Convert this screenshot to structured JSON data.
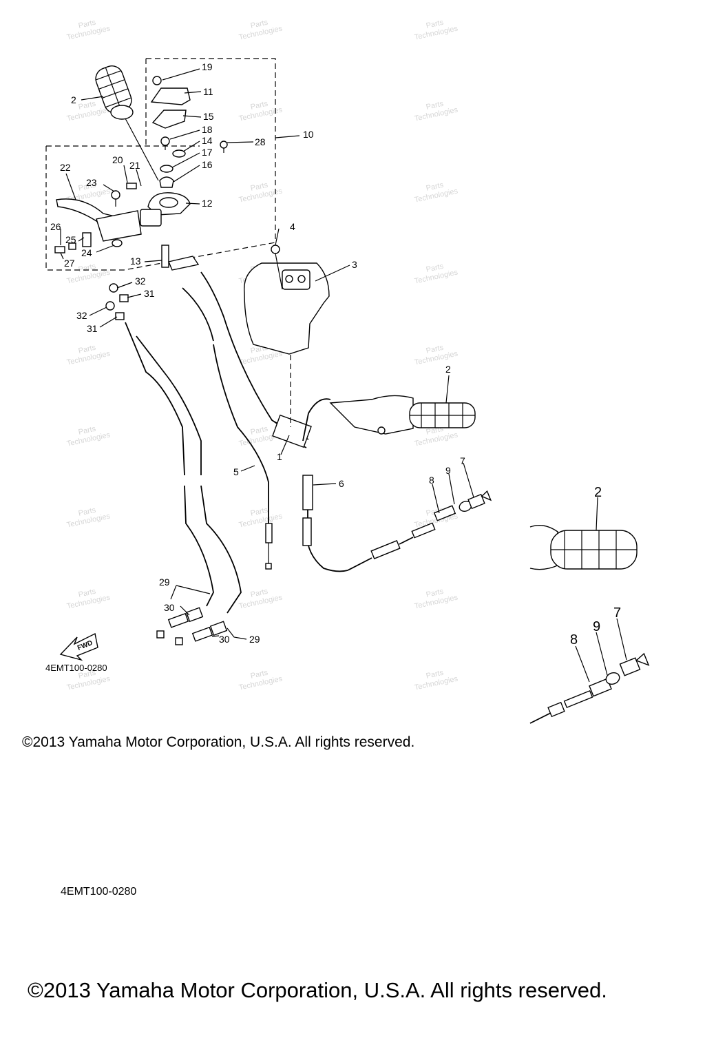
{
  "diagram": {
    "part_labels": [
      "19",
      "11",
      "2",
      "15",
      "18",
      "10",
      "14",
      "28",
      "17",
      "22",
      "20",
      "21",
      "16",
      "23",
      "12",
      "25",
      "26",
      "4",
      "3",
      "24",
      "13",
      "27",
      "32",
      "31",
      "32",
      "31",
      "2",
      "1",
      "7",
      "5",
      "9",
      "6",
      "8",
      "2",
      "9",
      "7",
      "8",
      "29",
      "30",
      "30",
      "29"
    ],
    "fwd_label": "FWD",
    "diagram_code": "4EMT100-0280",
    "copyright": "©2013 Yamaha Motor Corporation, U.S.A. All rights reserved.",
    "watermark": [
      "Parts",
      "Technologies"
    ]
  },
  "footer": {
    "diagram_code": "4EMT100-0280",
    "copyright": "©2013 Yamaha Motor Corporation, U.S.A. All rights reserved."
  }
}
